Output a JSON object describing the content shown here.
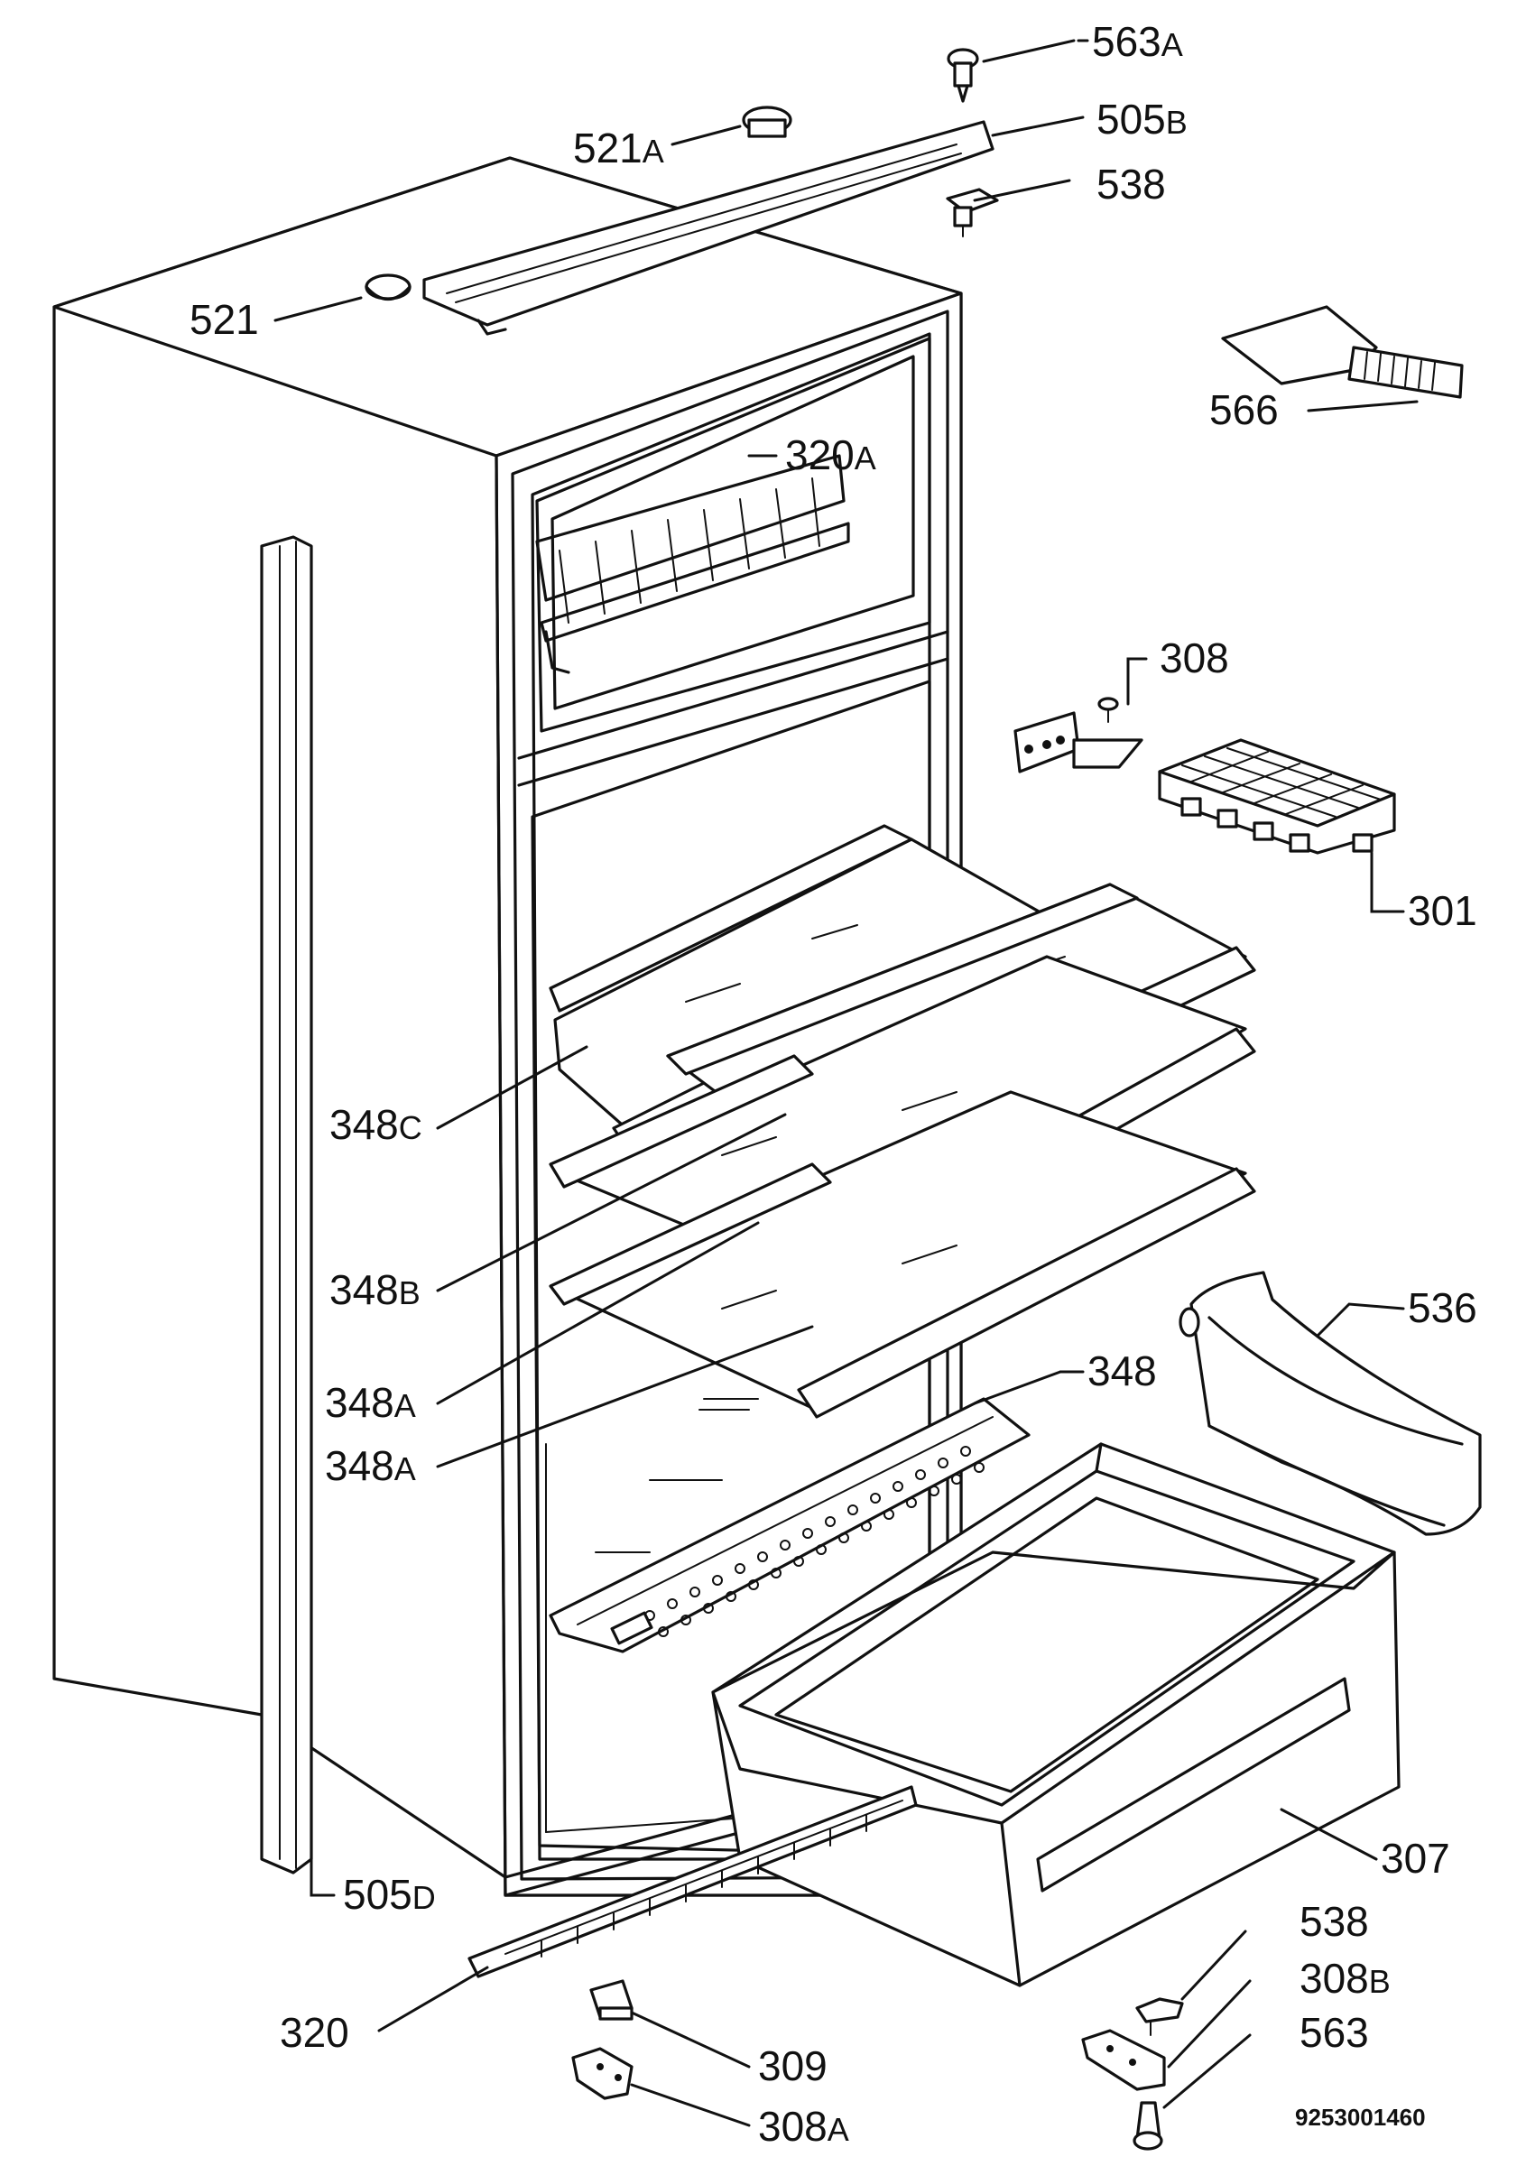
{
  "title": "",
  "diagram_type": "exploded parts diagram",
  "reference_number": "9253001460",
  "callouts": [
    {
      "id": "563A",
      "num": "563",
      "suffix": "A"
    },
    {
      "id": "505B",
      "num": "505",
      "suffix": "B"
    },
    {
      "id": "521A",
      "num": "521",
      "suffix": "A"
    },
    {
      "id": "538-top",
      "num": "538",
      "suffix": ""
    },
    {
      "id": "521",
      "num": "521",
      "suffix": ""
    },
    {
      "id": "566",
      "num": "566",
      "suffix": ""
    },
    {
      "id": "320A",
      "num": "320",
      "suffix": "A"
    },
    {
      "id": "308",
      "num": "308",
      "suffix": ""
    },
    {
      "id": "301",
      "num": "301",
      "suffix": ""
    },
    {
      "id": "348C",
      "num": "348",
      "suffix": "C"
    },
    {
      "id": "348B",
      "num": "348",
      "suffix": "B"
    },
    {
      "id": "536",
      "num": "536",
      "suffix": ""
    },
    {
      "id": "348",
      "num": "348",
      "suffix": ""
    },
    {
      "id": "348A-1",
      "num": "348",
      "suffix": "A"
    },
    {
      "id": "348A-2",
      "num": "348",
      "suffix": "A"
    },
    {
      "id": "307",
      "num": "307",
      "suffix": ""
    },
    {
      "id": "505D",
      "num": "505",
      "suffix": "D"
    },
    {
      "id": "538-bottom",
      "num": "538",
      "suffix": ""
    },
    {
      "id": "308B",
      "num": "308",
      "suffix": "B"
    },
    {
      "id": "320",
      "num": "320",
      "suffix": ""
    },
    {
      "id": "563",
      "num": "563",
      "suffix": ""
    },
    {
      "id": "309",
      "num": "309",
      "suffix": ""
    },
    {
      "id": "308A",
      "num": "308",
      "suffix": "A"
    }
  ]
}
